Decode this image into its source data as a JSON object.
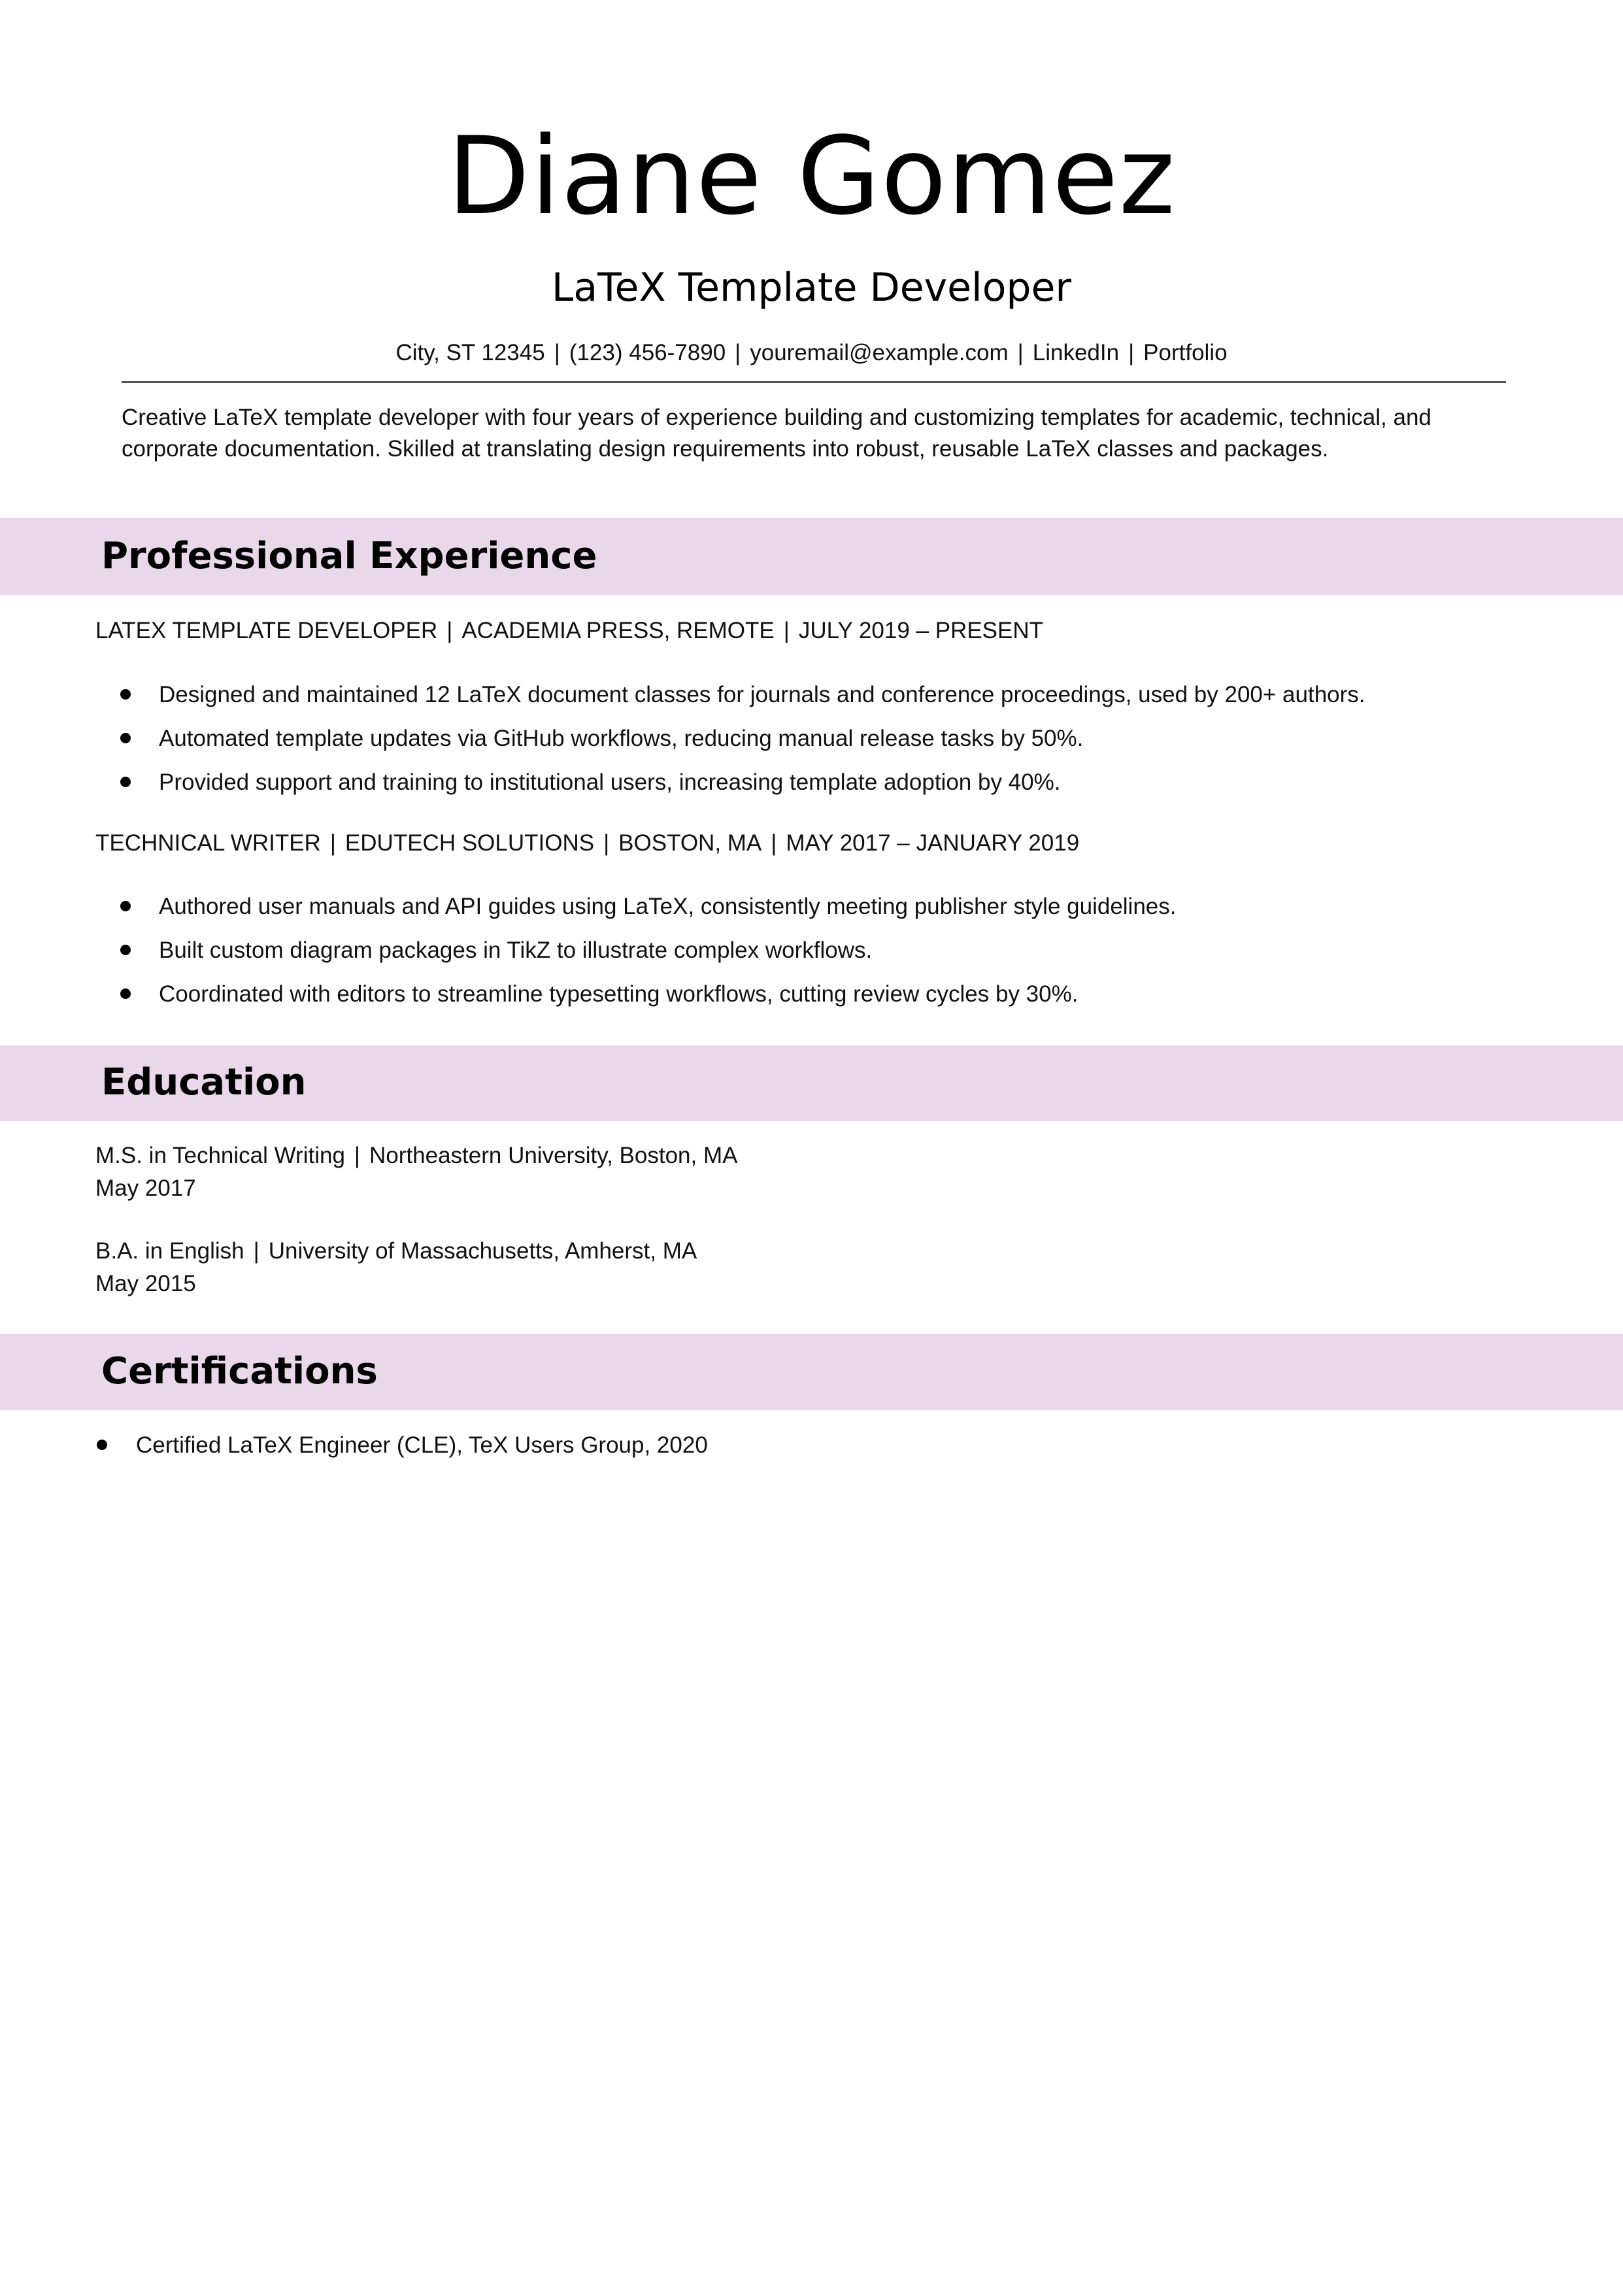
{
  "header": {
    "name": "Diane Gomez",
    "title": "LaTeX Template Developer",
    "contact": {
      "location": "City, ST 12345",
      "phone": "(123) 456-7890",
      "email": "youremail@example.com",
      "linkedin": "LinkedIn",
      "portfolio": "Portfolio",
      "separator": "|"
    }
  },
  "summary": "Creative LaTeX template developer with four years of experience building and customizing templates for academic, technical, and corporate documentation. Skilled at translating design requirements into robust, reusable LaTeX classes and packages.",
  "sections": {
    "experience": "Professional Experience",
    "education": "Education",
    "certifications": "Certifications"
  },
  "experience": [
    {
      "role": "LATEX TEMPLATE DEVELOPER",
      "company": "ACADEMIA PRESS, REMOTE",
      "dates": "JULY 2019 – PRESENT",
      "bullets": [
        "Designed and maintained 12 LaTeX document classes for journals and conference proceedings, used by 200+ authors.",
        "Automated template updates via GitHub workflows, reducing manual release tasks by 50%.",
        "Provided support and training to institutional users, increasing template adoption by 40%."
      ]
    },
    {
      "role": "TECHNICAL WRITER",
      "company": "EDUTECH SOLUTIONS",
      "location": "BOSTON, MA",
      "dates": "MAY 2017 – JANUARY 2019",
      "bullets": [
        "Authored user manuals and API guides using LaTeX, consistently meeting publisher style guidelines.",
        "Built custom diagram packages in TikZ to illustrate complex workflows.",
        "Coordinated with editors to streamline typesetting workflows, cutting review cycles by 30%."
      ]
    }
  ],
  "education": [
    {
      "degree": "M.S. in Technical Writing",
      "school": "Northeastern University, Boston, MA",
      "date": "May 2017"
    },
    {
      "degree": "B.A. in English",
      "school": "University of Massachusetts, Amherst, MA",
      "date": "May 2015"
    }
  ],
  "certifications": [
    "Certified LaTeX Engineer (CLE), TeX Users Group, 2020"
  ],
  "colors": {
    "section_band": "#e8d8ea",
    "rule": "#555555",
    "text": "#111111"
  }
}
